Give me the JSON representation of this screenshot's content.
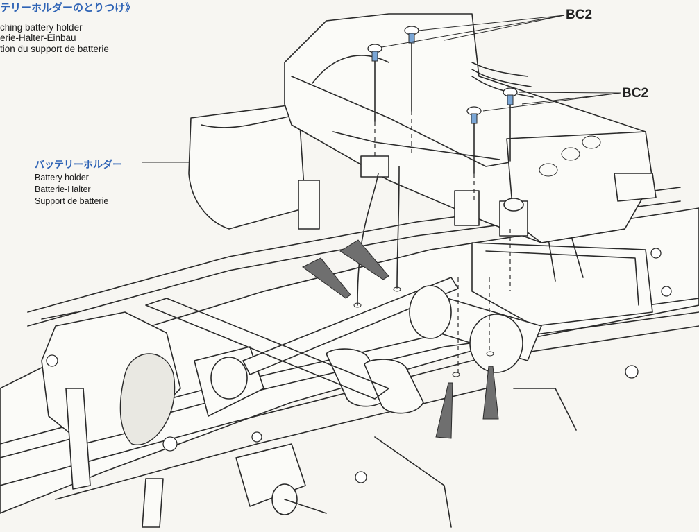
{
  "title": {
    "jp": "テリーホルダーのとりつけ》",
    "en": "ching battery holder",
    "de": "erie-Halter-Einbau",
    "fr": "tion du support de batterie"
  },
  "part_label": {
    "jp": "バッテリーホルダー",
    "en": "Battery holder",
    "de": "Batterie-Halter",
    "fr": "Support de batterie"
  },
  "screw_callouts": {
    "top": "BC2",
    "right": "BC2"
  },
  "colors": {
    "jp_text": "#2e63b5",
    "screw_thread": "#7aa6d6",
    "glue_nozzle": "#6f6f6f"
  }
}
